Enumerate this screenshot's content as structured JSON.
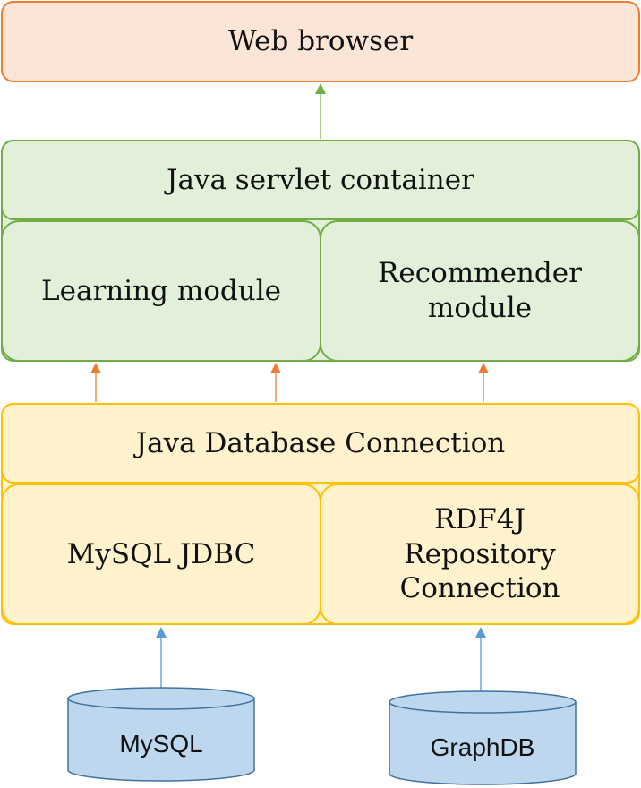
{
  "nodes": {
    "web_browser": "Web browser",
    "servlet_container": "Java servlet container",
    "learning_module": "Learning module",
    "recommender_module": "Recommender\nmodule",
    "java_db_connection": "Java Database Connection",
    "mysql_jdbc": "MySQL JDBC",
    "rdf4j": "RDF4J\nRepository\nConnection",
    "mysql_db": "MySQL",
    "graphdb": "GraphDB"
  },
  "colors": {
    "browser_fill": "#fbe5d6",
    "browser_border": "#ed7d31",
    "servlet_fill": "#e2f0d9",
    "servlet_border": "#70ad47",
    "jdbc_fill": "#fff2cc",
    "jdbc_border": "#ffc000",
    "db_fill": "#bdd7ee",
    "db_border": "#41719c",
    "arrow_green": "#70ad47",
    "arrow_orange": "#ed7d31",
    "arrow_blue": "#5b9bd5"
  },
  "edges": [
    {
      "from": "servlet_container",
      "to": "web_browser",
      "color": "arrow_green"
    },
    {
      "from": "java_db_connection",
      "to": "learning_module",
      "color": "arrow_orange"
    },
    {
      "from": "java_db_connection",
      "to": "learning_module",
      "color": "arrow_orange"
    },
    {
      "from": "java_db_connection",
      "to": "recommender_module",
      "color": "arrow_orange"
    },
    {
      "from": "mysql_db",
      "to": "mysql_jdbc",
      "color": "arrow_blue"
    },
    {
      "from": "graphdb",
      "to": "rdf4j",
      "color": "arrow_blue"
    }
  ]
}
